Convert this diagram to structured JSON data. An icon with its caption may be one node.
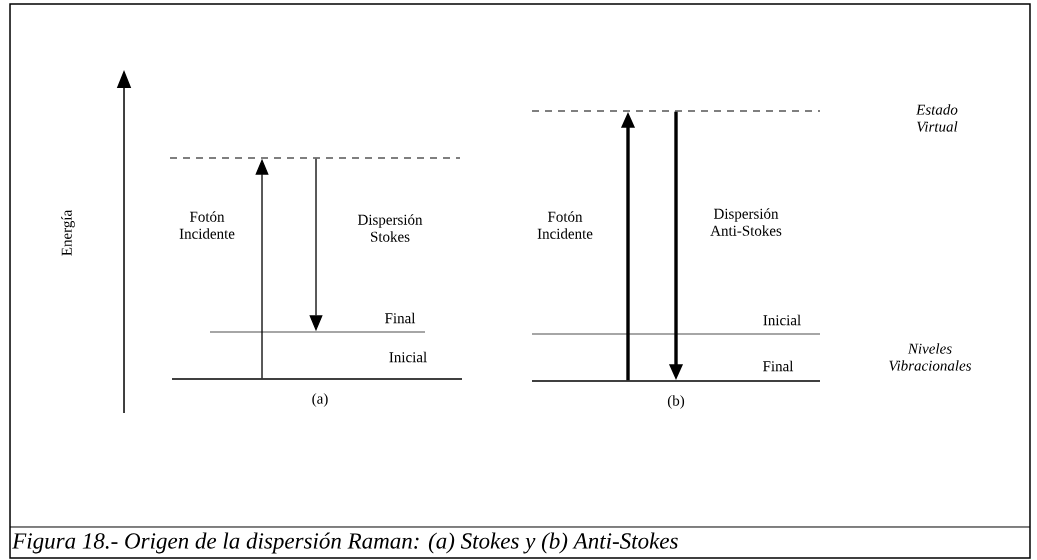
{
  "diagram": {
    "caption": "Figura 18.- Origen de la dispersión Raman: (a) Stokes y (b) Anti-Stokes",
    "nodes": [
      {
        "text": [],
        "shape": "line"
      },
      {
        "text": [],
        "shape": "line",
        "beside": [
          "Final"
        ]
      },
      {
        "text": [],
        "shape": "line",
        "beside": [
          "Inicial"
        ]
      },
      {
        "text": [],
        "shape": "line"
      },
      {
        "text": [],
        "shape": "line",
        "beside": [
          "Inicial"
        ]
      },
      {
        "text": [],
        "shape": "line",
        "beside": [
          "Final"
        ]
      }
    ],
    "edges": [
      {
        "from": 2,
        "to": 0,
        "arrow": "to",
        "label": "Fotón Incidente"
      },
      {
        "from": 0,
        "to": 1,
        "arrow": "to",
        "label": "Dispersión Stokes"
      },
      {
        "from": 5,
        "to": 3,
        "arrow": "to",
        "label": "Fotón Incidente",
        "style": "thick"
      },
      {
        "from": 3,
        "to": 5,
        "arrow": "to",
        "label": "Dispersión Anti-Stokes",
        "style": "thick"
      }
    ],
    "labels": [
      "Estado Virtual",
      "Energía",
      "(a)",
      "(b)",
      "Niveles Vibracionales"
    ]
  }
}
